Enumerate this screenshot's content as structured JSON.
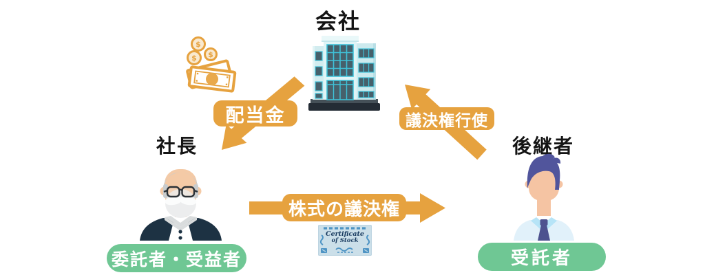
{
  "company": {
    "title": "会社"
  },
  "president": {
    "title": "社長",
    "badge": "委託者・受益者"
  },
  "successor": {
    "title": "後継者",
    "badge": "受託者"
  },
  "arrows": {
    "dividend": "配当金",
    "voting_exercise": "議決権行使",
    "stock_voting": "株式の議決権"
  },
  "certificate": {
    "title_line1": "Certificate",
    "title_line2": "of Stock"
  },
  "colors": {
    "accent_orange": "#E6A23F",
    "badge_green": "#6FC794",
    "title_black": "#141414",
    "building_wall": "#DFF4F6",
    "building_glass": "#46606B",
    "building_grid": "#3FC1D8",
    "suit_navy": "#1D3243",
    "skin": "#F4C8A4",
    "hair_silver": "#C9CCCD",
    "hair_indigo": "#51559C",
    "shirt_blue": "#E1F1FA",
    "collar_blue": "#B6E4F7",
    "tie_navy": "#4D528F",
    "certificate_bg": "#CBDFE9",
    "certificate_ink": "#4E94C4"
  }
}
